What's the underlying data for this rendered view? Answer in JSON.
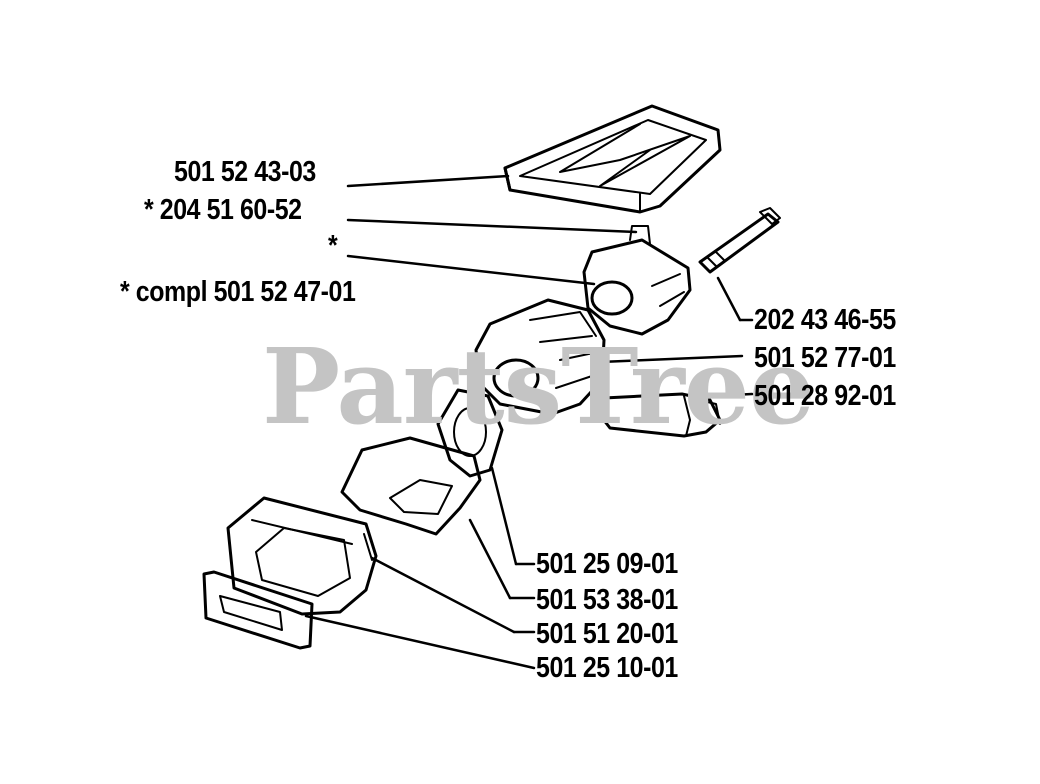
{
  "watermark": "PartsTree",
  "labels": {
    "p1": "501 52 43-03",
    "p2": "*  204 51 60-52",
    "p3": "*",
    "p4": "*  compl 501 52 47-01",
    "p5": "202 43 46-55",
    "p6": "501 52 77-01",
    "p7": "501 28 92-01",
    "p8": "501 25 09-01",
    "p9": "501 53 38-01",
    "p10": "501 51 20-01",
    "p11": "501 25 10-01"
  }
}
